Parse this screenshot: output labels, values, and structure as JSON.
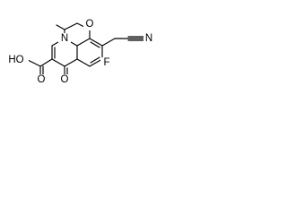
{
  "diagram": {
    "type": "chemical-structure",
    "atoms": {
      "carboxylic_acid": "HO",
      "acid_carbonyl_oxygen": "O",
      "ketone_oxygen": "O",
      "ring_nitrogen": "N",
      "ring_oxygen": "O",
      "fluorine": "F",
      "nitrile_nitrogen": "N"
    }
  }
}
